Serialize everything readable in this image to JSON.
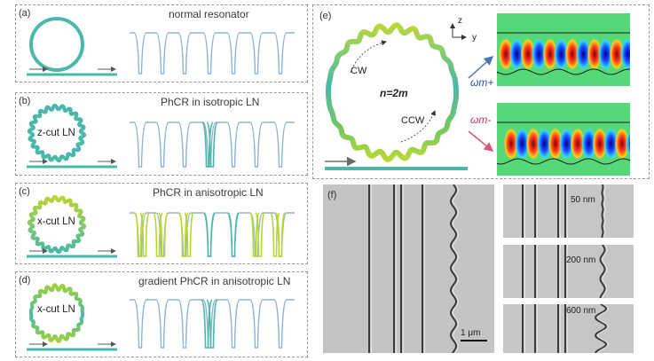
{
  "panels": [
    {
      "label": "(a)",
      "title": "normal resonator",
      "ring_label": ""
    },
    {
      "label": "(b)",
      "title": "PhCR in isotropic LN",
      "ring_label": "z-cut LN"
    },
    {
      "label": "(c)",
      "title": "PhCR in anisotropic LN",
      "ring_label": "x-cut LN"
    },
    {
      "label": "(d)",
      "title": "gradient PhCR in anisotropic LN",
      "ring_label": "x-cut LN"
    }
  ],
  "panel_e": {
    "label": "(e)",
    "cw": "CW",
    "ccw": "CCW",
    "n_eq": "n=2m",
    "axis_z": "z",
    "axis_y": "y",
    "omega_plus": "ωm+",
    "omega_minus": "ωm-"
  },
  "panel_f": {
    "label": "(f)",
    "scale": "1 μm",
    "insets": [
      "50 nm",
      "200 nm",
      "600 nm"
    ]
  },
  "colors": {
    "teal": "#4ab8a8",
    "spectrum": "#8fb4d4",
    "yellow_green": "#b8d630",
    "field_bg": "#55d978"
  }
}
